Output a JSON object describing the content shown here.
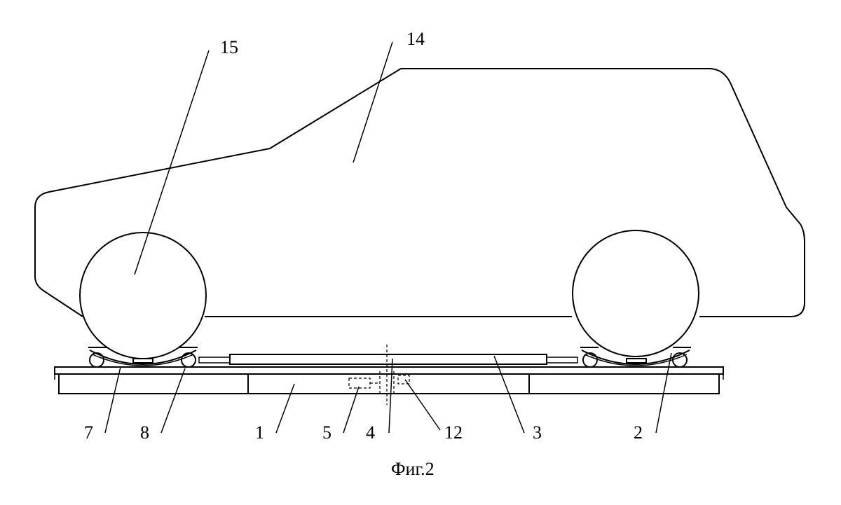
{
  "figure": {
    "caption": "Фиг.2",
    "labels": {
      "car": "14",
      "wheel": "15",
      "skid_left": "7",
      "roller": "8",
      "base": "1",
      "unit": "5",
      "axis": "4",
      "sensor": "12",
      "rail": "3",
      "skid_right": "2"
    }
  }
}
